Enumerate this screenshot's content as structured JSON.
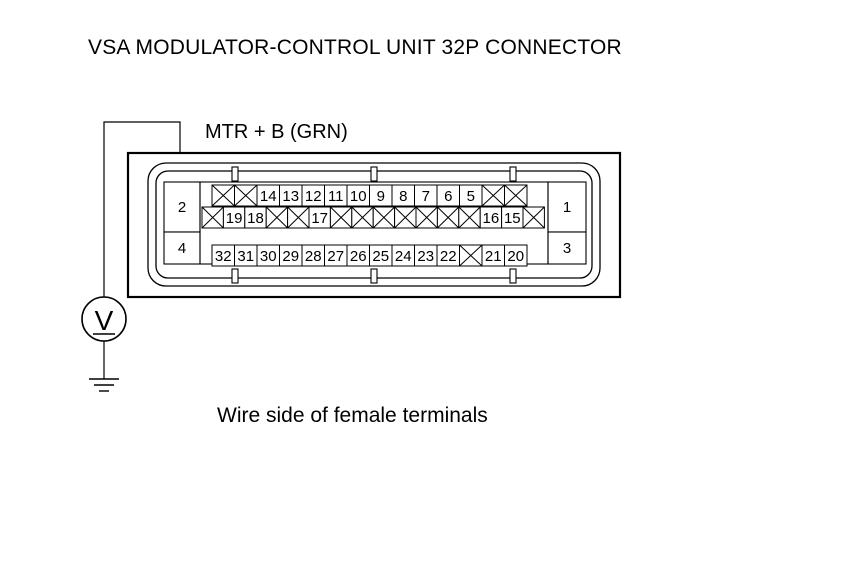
{
  "title": "VSA MODULATOR-CONTROL UNIT 32P CONNECTOR",
  "wire_label": "MTR + B (GRN)",
  "caption": "Wire side of female terminals",
  "meter_symbol": "V",
  "side_terminals": {
    "left_top": "2",
    "left_bottom": "4",
    "right_top": "1",
    "right_bottom": "3"
  },
  "row1": [
    "X",
    "X",
    "14",
    "13",
    "12",
    "11",
    "10",
    "9",
    "8",
    "7",
    "6",
    "5",
    "X",
    "X"
  ],
  "row2": [
    "X",
    "19",
    "18",
    "X",
    "X",
    "17",
    "X",
    "X",
    "X",
    "X",
    "X",
    "X",
    "X",
    "16",
    "15",
    "X"
  ],
  "row3": [
    "32",
    "31",
    "30",
    "29",
    "28",
    "27",
    "26",
    "25",
    "24",
    "23",
    "22",
    "X",
    "21",
    "20"
  ]
}
